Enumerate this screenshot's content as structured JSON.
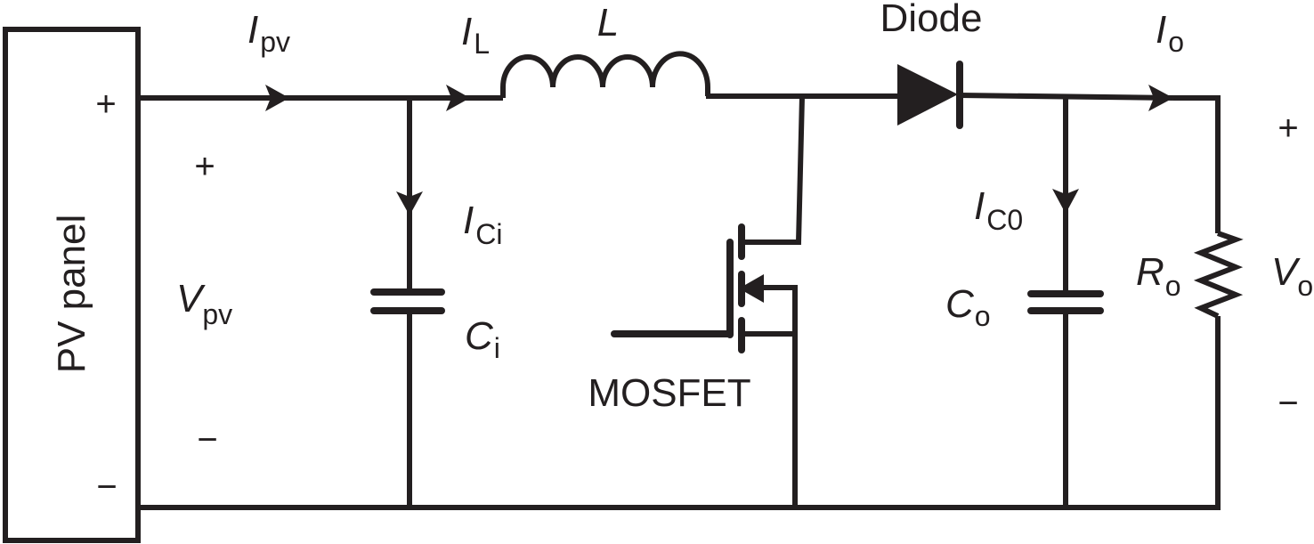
{
  "diagram": {
    "type": "circuit-schematic",
    "description": "PV-fed boost converter",
    "components": {
      "pv_panel": {
        "label": "PV panel",
        "plus": "+",
        "minus": "−"
      },
      "input_capacitor": {
        "symbol": "C",
        "subscript": "i"
      },
      "inductor": {
        "symbol": "L"
      },
      "switch": {
        "label": "MOSFET"
      },
      "diode": {
        "label": "Diode"
      },
      "output_capacitor": {
        "symbol": "C",
        "subscript": "o"
      },
      "load_resistor": {
        "symbol": "R",
        "subscript": "o"
      }
    },
    "currents": {
      "pv": {
        "symbol": "I",
        "subscript": "pv"
      },
      "inductor": {
        "symbol": "I",
        "subscript": "L"
      },
      "input_cap": {
        "symbol": "I",
        "subscript": "Ci"
      },
      "output_cap": {
        "symbol": "I",
        "subscript": "C0"
      },
      "output": {
        "symbol": "I",
        "subscript": "o"
      }
    },
    "voltages": {
      "pv": {
        "symbol": "V",
        "subscript": "pv",
        "plus": "+",
        "minus": "−"
      },
      "output": {
        "symbol": "V",
        "subscript": "o",
        "plus": "+",
        "minus": "−"
      }
    },
    "colors": {
      "ink": "#231f20",
      "background": "#ffffff"
    }
  }
}
